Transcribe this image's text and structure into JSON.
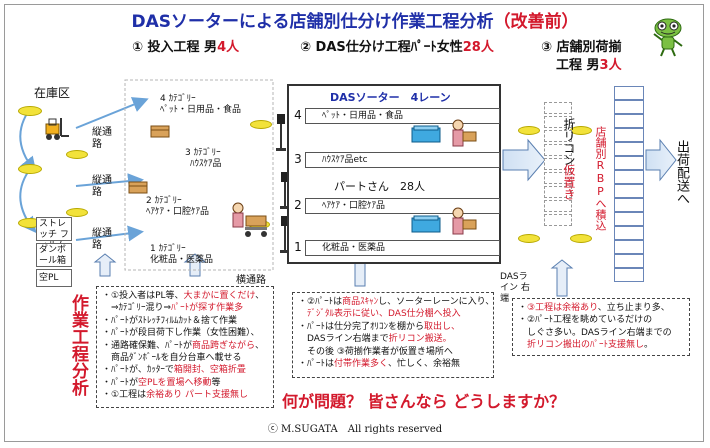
{
  "title": {
    "main": "DASソーターによる店舗別仕分け作業工程分析",
    "suffix": "（改善前）"
  },
  "process1": {
    "header_prefix": "① 投入工程 男",
    "header_count": "4人"
  },
  "process2": {
    "header_prefix": "② DAS仕分け工程ﾊﾟｰﾄ女性",
    "header_count": "28人"
  },
  "process3": {
    "line1": "③ 店舗別荷揃",
    "line2_prefix": "工程 男",
    "line2_count": "3人"
  },
  "storage_area": "在庫区",
  "aisle": "縦通路",
  "aisle_h": "横通路",
  "categories": [
    {
      "title": "4 ｶﾃｺﾞﾘｰ",
      "sub": "ﾍﾟｯﾄ・日用品・食品"
    },
    {
      "title": "3 ｶﾃｺﾞﾘｰ",
      "sub": "ﾊｳｽｹｱ品"
    },
    {
      "title": "2 ｶﾃｺﾞﾘｰ",
      "sub": "ﾍｱｹｱ・口腔ｹｱ品"
    },
    {
      "title": "1 ｶﾃｺﾞﾘｰ",
      "sub": "化粧品・医薬品"
    }
  ],
  "supplies": {
    "stretch": "ストレッチ フィルム",
    "cardboard": "ダンボ ール箱",
    "empty_pl": "空PL"
  },
  "sorter_title": "DASソーター　4レーン",
  "lanes": [
    {
      "num": "4",
      "label": "ﾍﾟｯﾄ・日用品・食品"
    },
    {
      "num": "3",
      "label": "ﾊｳｽｹｱ品etc"
    },
    {
      "num": "2",
      "label": "ﾍｱｹｱ・口腔ｹｱ品"
    },
    {
      "num": "1",
      "label": "化粧品・医薬品"
    }
  ],
  "part_timers": {
    "label": "パートさん",
    "count": "28人"
  },
  "fold_container": "折リコン",
  "temp_place": "仮置き",
  "store_rbp": "店舗別RBPへ積込",
  "shipping": "出荷配送へ",
  "das_line_end": "DASライン 右端",
  "analysis_label": "作業工程分析",
  "question": "何が問題？ 皆さんなら どうしますか？",
  "copyright": "M.SUGATA　All rights reserved",
  "copyright_mark": "ⓒ",
  "notes1": [
    [
      "・①投入者はPL等、",
      "大まかに置くだけ",
      "、"
    ],
    [
      "　⇒ｶﾃｺﾞﾘｰ混り⇒",
      "ﾊﾟｰﾄが探す作業多",
      ""
    ],
    [
      "・ﾊﾟｰﾄがｽﾄﾚｯﾁﾌｨﾙﾑｶｯﾄ＆捨て作業",
      "",
      ""
    ],
    [
      "・ﾊﾟｰﾄが段目荷下し作業（女性困難）、",
      "",
      ""
    ],
    [
      "・通路確保難、ﾊﾟｰﾄが",
      "商品跨ぎながら",
      "、"
    ],
    [
      "　商品ﾀﾞﾝﾎﾞｰﾙを自分台車へ載せる",
      "",
      ""
    ],
    [
      "・ﾊﾟｰﾄが、ｶｯﾀｰで",
      "箱開封、空箱折畳",
      ""
    ],
    [
      "・ﾊﾟｰﾄが",
      "空PLを置場へ移動",
      "等"
    ],
    [
      "・①工程は",
      "余裕あり パート支援無し",
      ""
    ]
  ],
  "notes2": [
    [
      "・②ﾊﾟｰﾄは",
      "商品ｽｷｬﾝ",
      "し、ソーターレーンに入り、"
    ],
    [
      "　",
      "ﾃﾞｼﾞﾀﾙ表示に従い、DAS仕分棚へ投入",
      ""
    ],
    [
      "・ﾊﾟｰﾄは仕分完了ｵﾘｺﾝを棚から",
      "取出し、",
      ""
    ],
    [
      "　DASライン右端まで",
      "折リコン搬送。",
      ""
    ],
    [
      "　その後 ③荷揃作業者が仮置き場所へ",
      "",
      ""
    ],
    [
      "・ﾊﾟｰﾄは",
      "付帯作業多く",
      "、忙しく、余裕無"
    ]
  ],
  "notes3": [
    [
      "・",
      "③工程は余裕あり",
      "、立ち止まり多、"
    ],
    [
      "・②ﾊﾟｰﾄ工程を眺めているだけの",
      "",
      ""
    ],
    [
      "　しぐさ多い。DASライン右端までの",
      "",
      ""
    ],
    [
      "　",
      "折リコン搬出のﾊﾟｰﾄ支援無し",
      "。"
    ]
  ]
}
